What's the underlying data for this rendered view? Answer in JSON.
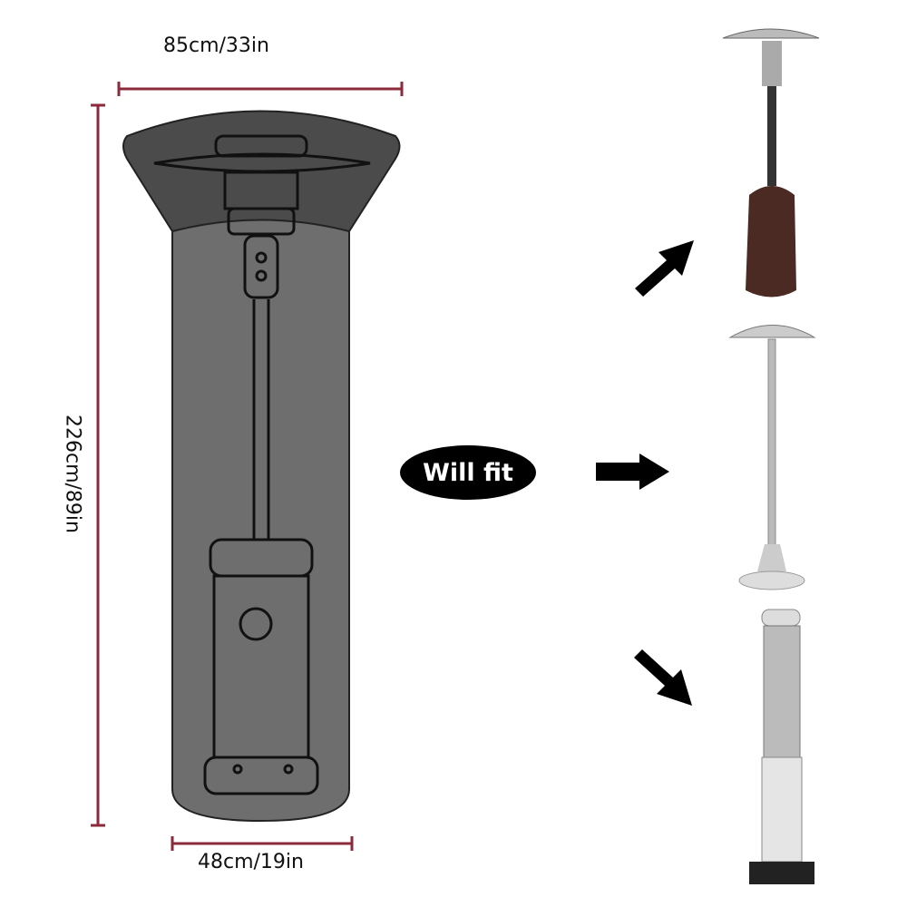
{
  "dimensions": {
    "top_width": "85cm/33in",
    "bottom_width": "48cm/19in",
    "height": "226cm/89in"
  },
  "fit_label": "Will fit",
  "colors": {
    "dimension_line": "#8b2a3a",
    "cover_top": "#4b4b4b",
    "cover_body": "#6e6e6e"
  },
  "icons": [
    "arrow-up-right-icon",
    "arrow-right-icon",
    "arrow-down-right-icon"
  ]
}
